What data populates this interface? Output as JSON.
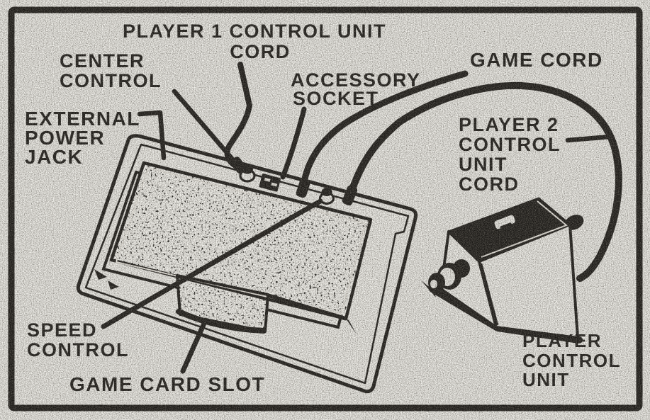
{
  "figure": {
    "colors": {
      "paper": "#f0efea",
      "ink": "#1a1815"
    },
    "labels": {
      "player1_control_unit_cord": {
        "line1": "PLAYER 1 CONTROL UNIT",
        "line2": "CORD"
      },
      "center_control": {
        "line1": "CENTER",
        "line2": "CONTROL"
      },
      "accessory_socket": {
        "line1": "ACCESSORY",
        "line2": "SOCKET"
      },
      "game_cord": {
        "line1": "GAME CORD"
      },
      "external_power_jack": {
        "line1": "EXTERNAL",
        "line2": "POWER",
        "line3": "JACK"
      },
      "player2_control_unit_cord": {
        "line1": "PLAYER 2",
        "line2": "CONTROL",
        "line3": "UNIT",
        "line4": "CORD"
      },
      "speed_control": {
        "line1": "SPEED",
        "line2": "CONTROL"
      },
      "game_card_slot": {
        "line1": "GAME CARD SLOT"
      },
      "player_control_unit": {
        "line1": "PLAYER",
        "line2": "CONTROL",
        "line3": "UNIT"
      }
    }
  }
}
